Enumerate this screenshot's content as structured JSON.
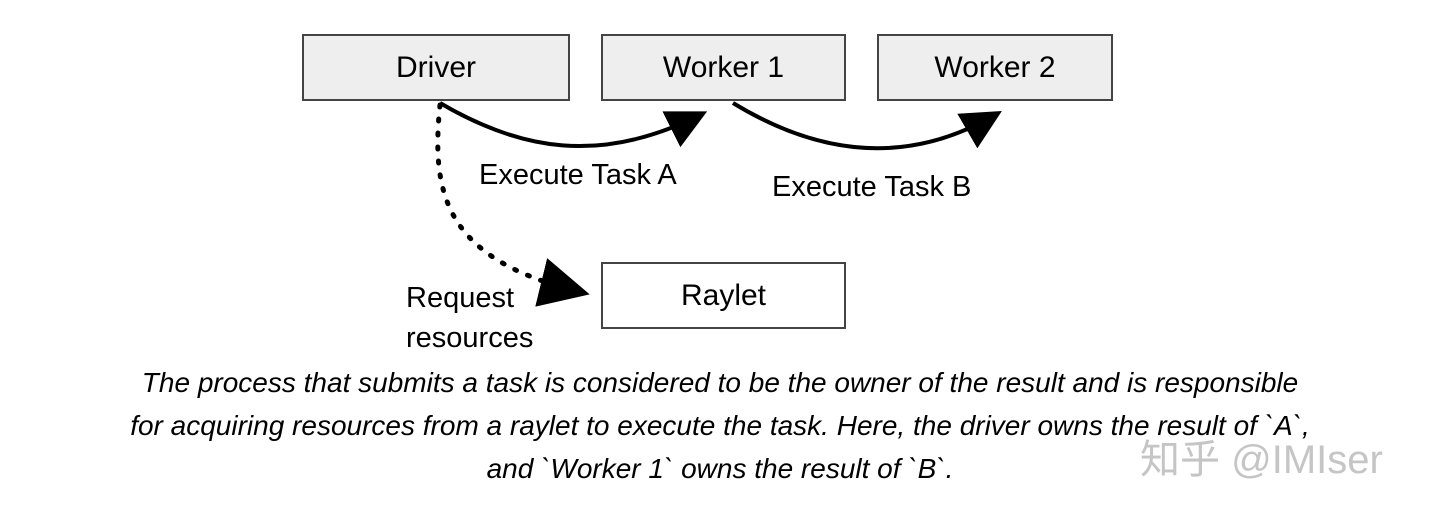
{
  "nodes": {
    "driver": "Driver",
    "worker1": "Worker 1",
    "worker2": "Worker 2",
    "raylet": "Raylet"
  },
  "edges": {
    "task_a": "Execute Task A",
    "task_b": "Execute Task B",
    "request_line1": "Request",
    "request_line2": "resources"
  },
  "caption": {
    "line1": "The process that submits a task is considered to be the owner of the result and is responsible",
    "line2": "for acquiring resources from a raylet to execute the task. Here, the driver owns the result of `A`,",
    "line3": "and `Worker 1` owns the result of `B`."
  },
  "watermark": "知乎 @IMIser"
}
